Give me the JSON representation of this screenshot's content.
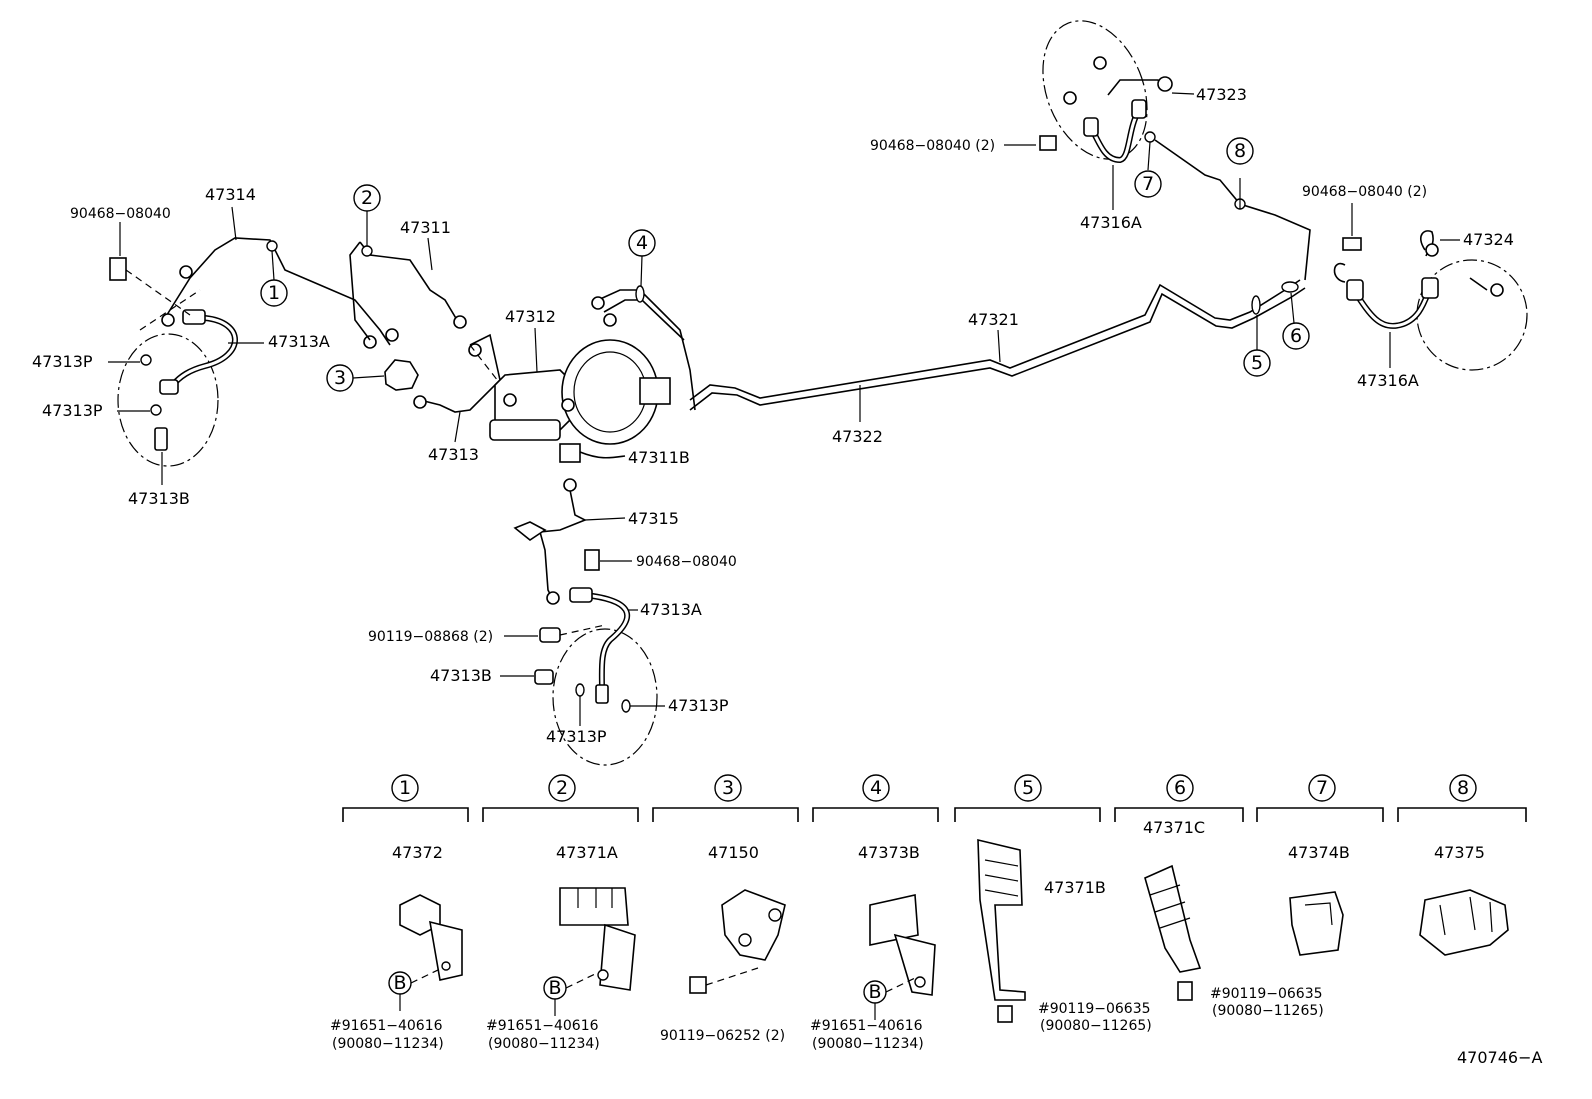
{
  "diagram_code": "470746−A",
  "callout_numbers": {
    "c1": "1",
    "c2": "2",
    "c3": "3",
    "c4": "4",
    "c5": "5",
    "c6": "6",
    "c7": "7",
    "c8": "8"
  },
  "main_labels": {
    "p47314": "47314",
    "p90468_a": "90468−08040",
    "p47313A_a": "47313A",
    "p47313P_a": "47313P",
    "p47313P_b": "47313P",
    "p47313B_a": "47313B",
    "p47311": "47311",
    "p47312": "47312",
    "p47313": "47313",
    "p47311B": "47311B",
    "p47315": "47315",
    "p90468_b": "90468−08040",
    "p47313A_b": "47313A",
    "p90119_08868": "90119−08868 (2)",
    "p47313B_b": "47313B",
    "p47313P_c": "47313P",
    "p47313P_d": "47313P",
    "p47321": "47321",
    "p47322": "47322",
    "p90468_c": "90468−08040 (2)",
    "p47323": "47323",
    "p47316A_a": "47316A",
    "p90468_d": "90468−08040 (2)",
    "p47324": "47324",
    "p47316A_b": "47316A"
  },
  "detail_groups": [
    {
      "number": "1",
      "part": "47372",
      "bolt_marker": "B",
      "note1": "#91651−40616",
      "note2": "(90080−11234)"
    },
    {
      "number": "2",
      "part": "47371A",
      "bolt_marker": "B",
      "note1": "#91651−40616",
      "note2": "(90080−11234)"
    },
    {
      "number": "3",
      "part": "47150",
      "bolt_marker": "",
      "note1": "90119−06252 (2)",
      "note2": ""
    },
    {
      "number": "4",
      "part": "47373B",
      "bolt_marker": "B",
      "note1": "#91651−40616",
      "note2": "(90080−11234)"
    },
    {
      "number": "5",
      "part": "47371B",
      "bolt_marker": "",
      "note1": "#90119−06635",
      "note2": "(90080−11265)"
    },
    {
      "number": "6",
      "part": "47371C",
      "bolt_marker": "",
      "note1": "#90119−06635",
      "note2": "(90080−11265)"
    },
    {
      "number": "7",
      "part": "47374B",
      "bolt_marker": "",
      "note1": "",
      "note2": ""
    },
    {
      "number": "8",
      "part": "47375",
      "bolt_marker": "",
      "note1": "",
      "note2": ""
    }
  ]
}
